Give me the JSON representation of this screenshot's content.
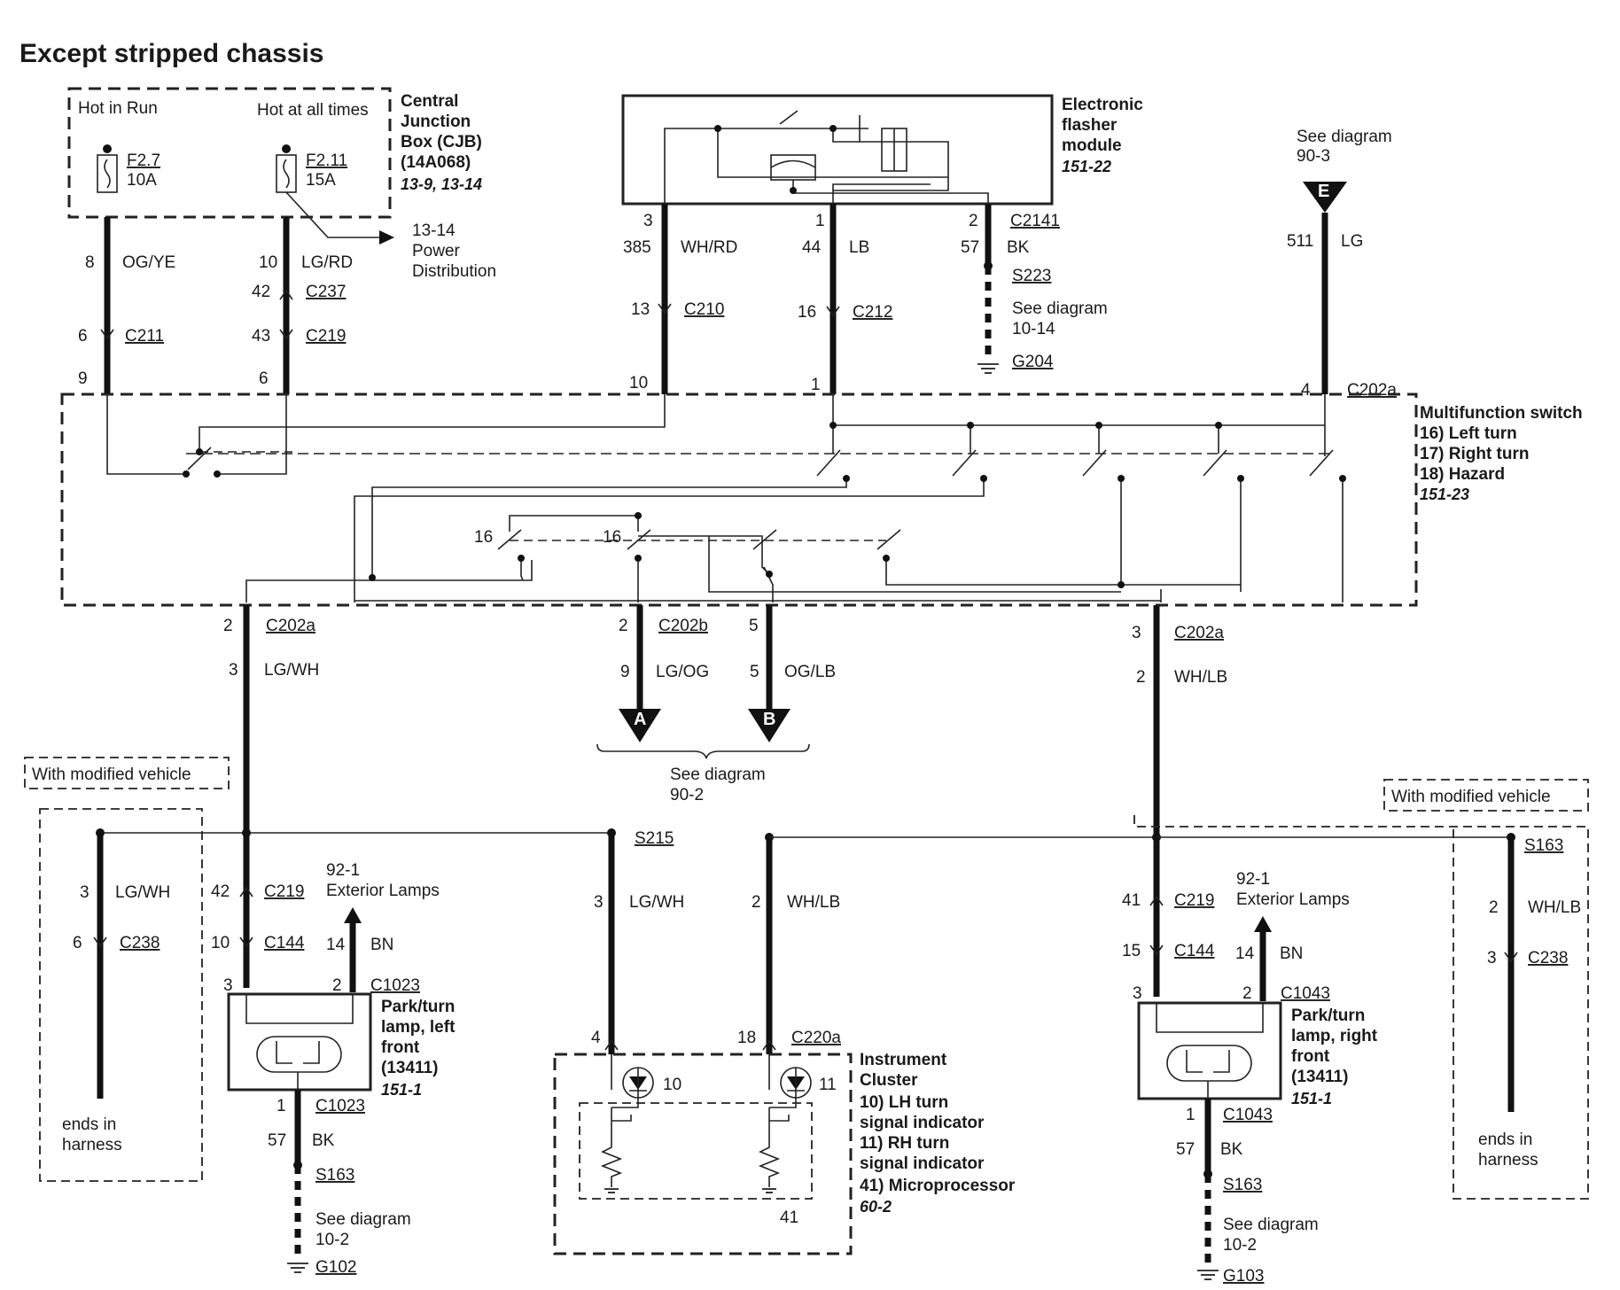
{
  "title": "Except stripped chassis",
  "cjb": {
    "hot_in_run": "Hot in Run",
    "hot_at_all_times": "Hot at all times",
    "f27": "F2.7",
    "f27_amp": "10A",
    "f211": "F2.11",
    "f211_amp": "15A",
    "name_line1": "Central",
    "name_line2": "Junction",
    "name_line3": "Box (CJB)",
    "name_line4": "(14A068)",
    "ref": "13-9, 13-14",
    "power_dist_ref": "13-14",
    "power_dist_line1": "Power",
    "power_dist_line2": "Distribution"
  },
  "flasher": {
    "line1": "Electronic",
    "line2": "flasher",
    "line3": "module",
    "ref": "151-22",
    "connector": "C2141"
  },
  "see_e": {
    "line1": "See diagram",
    "ref": "90-3",
    "marker": "E"
  },
  "mfs": {
    "line1": "Multifunction switch",
    "line2": "16) Left turn",
    "line3": "17) Right turn",
    "line4": "18) Hazard",
    "ref": "151-23",
    "c202a": "C202a",
    "c202b": "C202b"
  },
  "wires": {
    "w1": {
      "pin_top": "8",
      "color": "OG/YE",
      "pin_mid": "6",
      "conn_mid": "C211",
      "pin_bot": "9"
    },
    "w2": {
      "pin_top": "10",
      "color": "LG/RD",
      "pin_a": "42",
      "conn_a": "C237",
      "pin_b": "43",
      "conn_b": "C219",
      "pin_bot": "6"
    },
    "w3": {
      "pin_top": "3",
      "circuit": "385",
      "color": "WH/RD",
      "pin_mid": "13",
      "conn_mid": "C210",
      "pin_bot": "10"
    },
    "w4": {
      "pin_top": "1",
      "circuit": "44",
      "color": "LB",
      "pin_mid": "16",
      "conn_mid": "C212",
      "pin_bot": "1"
    },
    "w5": {
      "pin_top": "2",
      "circuit": "57",
      "color": "BK",
      "splice": "S223",
      "see": "See diagram",
      "see_ref": "10-14",
      "ground": "G204"
    },
    "w6": {
      "circuit": "511",
      "color": "LG",
      "pin_bot": "4"
    },
    "left": {
      "pin_top": "2",
      "circuit": "3",
      "color": "LG/WH"
    },
    "mid_a": {
      "pin_top": "2",
      "circuit": "9",
      "color": "LG/OG",
      "marker": "A"
    },
    "mid_b": {
      "pin_top": "5",
      "circuit": "5",
      "color": "OG/LB",
      "marker": "B"
    },
    "right": {
      "pin_top": "3",
      "circuit": "2",
      "color": "WH/LB"
    },
    "see_ab_line1": "See diagram",
    "see_ab_ref": "90-2"
  },
  "switch_labels": {
    "s16a": "16",
    "s16b": "16"
  },
  "left_side": {
    "modified": "With modified vehicle",
    "mod_pin1": "3",
    "mod_color": "LG/WH",
    "mod_pin2": "6",
    "mod_conn": "C238",
    "ends1": "ends in",
    "ends2": "harness",
    "pin_c219": "42",
    "c219": "C219",
    "pin_c144": "10",
    "c144": "C144",
    "ext_ref": "92-1",
    "ext_name": "Exterior Lamps",
    "bn_pin": "14",
    "bn": "BN",
    "lamp_pin_a": "3",
    "lamp_pin_b": "2",
    "lamp_conn": "C1023",
    "lamp_line1": "Park/turn",
    "lamp_line2": "lamp, left",
    "lamp_line3": "front",
    "lamp_line4": "(13411)",
    "lamp_ref": "151-1",
    "gnd_pin": "1",
    "gnd_conn": "C1023",
    "gnd_circuit": "57",
    "gnd_color": "BK",
    "splice": "S163",
    "see": "See diagram",
    "see_ref": "10-2",
    "ground": "G102"
  },
  "center": {
    "splice": "S215",
    "lh_circuit": "3",
    "lh_color": "LG/WH",
    "rh_circuit": "2",
    "rh_color": "WH/LB",
    "pin_lh": "4",
    "pin_rh": "18",
    "conn": "C220a",
    "led10": "10",
    "led11": "11",
    "micro": "41",
    "ic_line1": "Instrument",
    "ic_line2": "Cluster",
    "ic_line3": "10) LH turn",
    "ic_line4": "signal indicator",
    "ic_line5": "11) RH turn",
    "ic_line6": "signal indicator",
    "ic_line7": "41) Microprocessor",
    "ic_ref": "60-2"
  },
  "right_side": {
    "modified": "With modified vehicle",
    "splice": "S163",
    "mod_pin1": "2",
    "mod_color": "WH/LB",
    "mod_pin2": "3",
    "mod_conn": "C238",
    "ends1": "ends in",
    "ends2": "harness",
    "pin_c219": "41",
    "c219": "C219",
    "pin_c144": "15",
    "c144": "C144",
    "ext_ref": "92-1",
    "ext_name": "Exterior Lamps",
    "bn_pin": "14",
    "bn": "BN",
    "lamp_pin_a": "3",
    "lamp_pin_b": "2",
    "lamp_conn": "C1043",
    "lamp_line1": "Park/turn",
    "lamp_line2": "lamp, right",
    "lamp_line3": "front",
    "lamp_line4": "(13411)",
    "lamp_ref": "151-1",
    "gnd_pin": "1",
    "gnd_conn": "C1043",
    "gnd_circuit": "57",
    "gnd_color": "BK",
    "see": "See diagram",
    "see_ref": "10-2",
    "ground": "G103"
  }
}
